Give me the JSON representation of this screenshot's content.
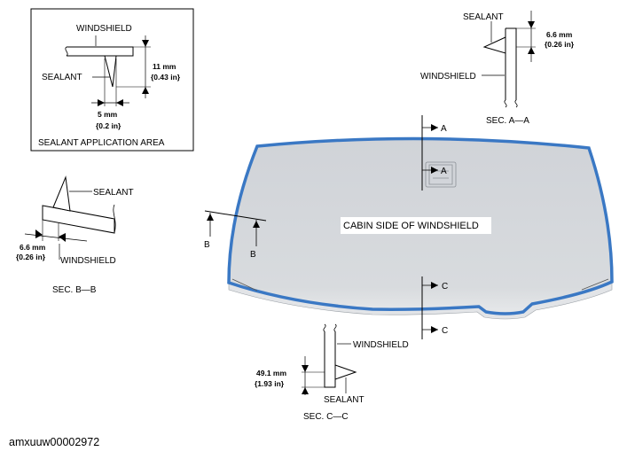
{
  "inset": {
    "windshield_label": "WINDSHIELD",
    "sealant_label": "SEALANT",
    "height_mm": "11 mm",
    "height_in": "{0.43 in}",
    "width_mm": "5 mm",
    "width_in": "{0.2 in}",
    "caption": "SEALANT APPLICATION AREA"
  },
  "sec_aa": {
    "sealant_label": "SEALANT",
    "windshield_label": "WINDSHIELD",
    "dim_mm": "6.6 mm",
    "dim_in": "{0.26 in}",
    "caption": "SEC. A—A"
  },
  "sec_bb": {
    "sealant_label": "SEALANT",
    "windshield_label": "WINDSHIELD",
    "dim_mm": "6.6 mm",
    "dim_in": "{0.26 in}",
    "caption": "SEC. B—B"
  },
  "sec_cc": {
    "sealant_label": "SEALANT",
    "windshield_label": "WINDSHIELD",
    "dim_mm": "49.1 mm",
    "dim_in": "{1.93 in}",
    "caption": "SEC. C—C"
  },
  "main": {
    "cabin_label": "CABIN SIDE OF WINDSHIELD",
    "marker_a_top": "A",
    "marker_a_bottom": "A",
    "marker_b_left": "B",
    "marker_b_right": "B",
    "marker_c_top": "C",
    "marker_c_bottom": "C"
  },
  "colors": {
    "sealant_bead": "#3a78c4",
    "glass_fill": "#d4d7db",
    "glass_lower": "#e1e3e6"
  },
  "footer": {
    "figure_id": "amxuuw00002972"
  }
}
